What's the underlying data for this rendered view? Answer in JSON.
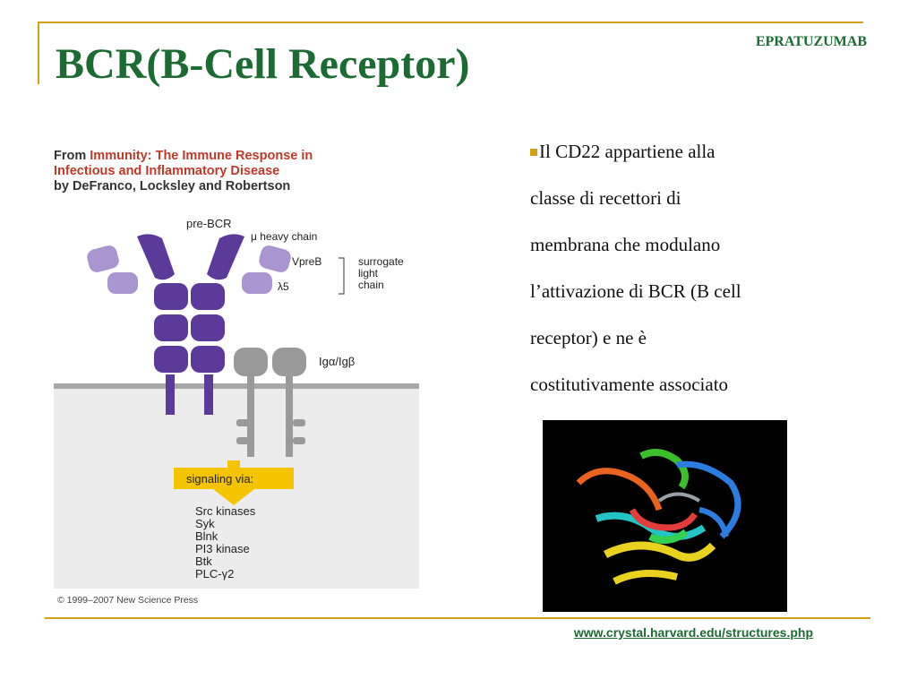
{
  "slide": {
    "title": "BCR(B-Cell Receptor)",
    "corner_label": "EPRATUZUMAB",
    "body_lines": [
      "Il CD22 appartiene alla",
      " classe di recettori di",
      "membrana che modulano",
      " l’attivazione di BCR (B cell",
      " receptor) e  ne è",
      "costitutivamente associato"
    ],
    "source_link": "www.crystal.harvard.edu/structures.php"
  },
  "figure": {
    "caption_prefix": "From ",
    "caption_title_1": "Immunity: The Immune Response in",
    "caption_title_2": "Infectious and Inflammatory Disease",
    "caption_authors": "by DeFranco, Locksley and Robertson",
    "label_prebcr": "pre-BCR",
    "label_heavy_chain": "μ heavy chain",
    "label_vpreb": "VpreB",
    "label_lambda5": "λ5",
    "label_surrogate": "surrogate",
    "label_light": "light",
    "label_chain": "chain",
    "label_ig": "Igα/Igβ",
    "signaling_label": "signaling via:",
    "signaling_items": [
      "Src kinases",
      "Syk",
      "Blnk",
      "PI3 kinase",
      "Btk",
      "PLC-γ2"
    ],
    "copyright": "© 1999–2007 New Science Press"
  },
  "colors": {
    "title_green": "#1b6b32",
    "frame_gold": "#d4a017",
    "heavy_chain_purple": "#5b3a99",
    "light_chain_lavender": "#a995d0",
    "ig_gray": "#9a9a9a",
    "signal_yellow": "#f5c400"
  }
}
